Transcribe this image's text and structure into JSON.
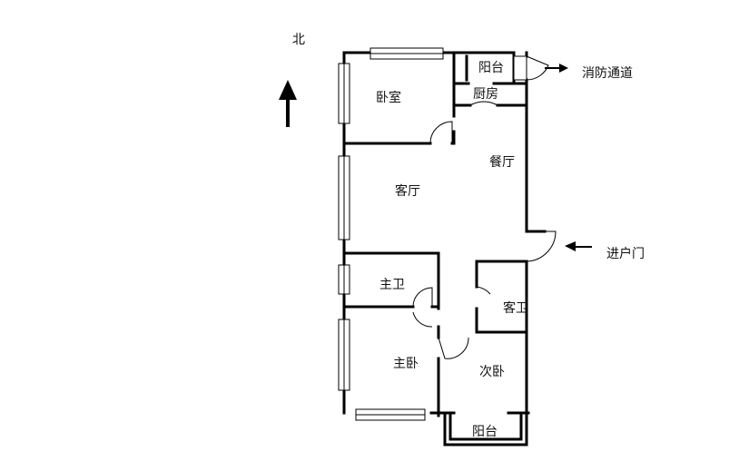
{
  "compass": {
    "north_label": "北"
  },
  "rooms": {
    "bedroom": "卧室",
    "balcony_north": "阳台",
    "kitchen": "厨房",
    "dining": "餐厅",
    "living": "客厅",
    "master_bath": "主卫",
    "guest_bath": "客卫",
    "master_bedroom": "主卧",
    "second_bedroom": "次卧",
    "balcony_south": "阳台"
  },
  "annotations": {
    "fire_exit": "消防通道",
    "entrance": "进户门"
  },
  "colors": {
    "wall": "#000000",
    "background": "#ffffff"
  }
}
